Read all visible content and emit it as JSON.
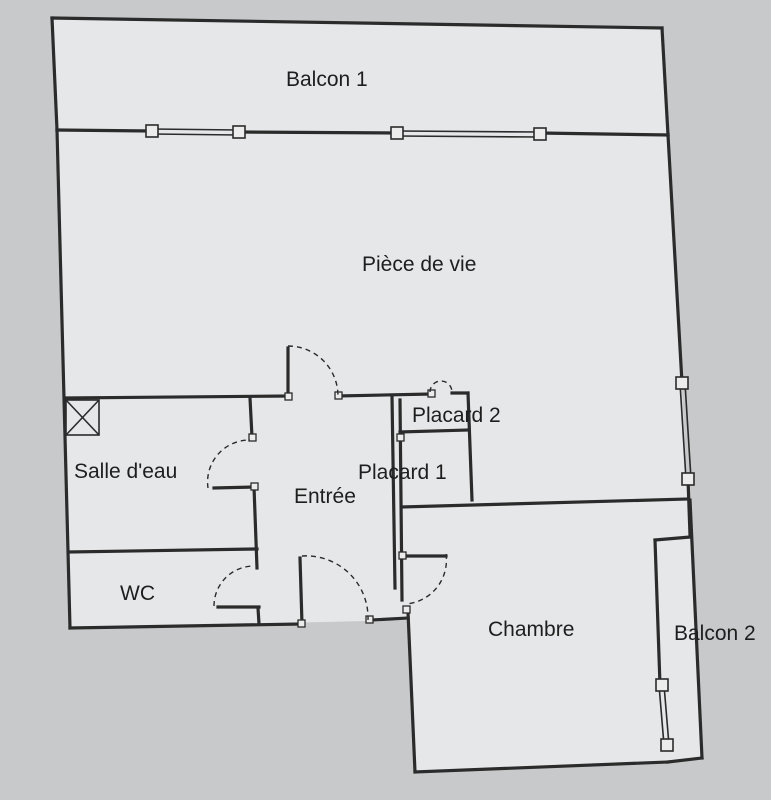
{
  "rooms": {
    "balcon1": "Balcon 1",
    "piece_de_vie": "Pièce de vie",
    "placard2": "Placard 2",
    "placard1": "Placard 1",
    "salle_deau": "Salle d'eau",
    "entree": "Entrée",
    "wc": "WC",
    "chambre": "Chambre",
    "balcon2": "Balcon 2"
  },
  "colors": {
    "paper": "#d9dadb",
    "plan_fill": "#e6e7e8",
    "line": "#2b2b2b"
  }
}
